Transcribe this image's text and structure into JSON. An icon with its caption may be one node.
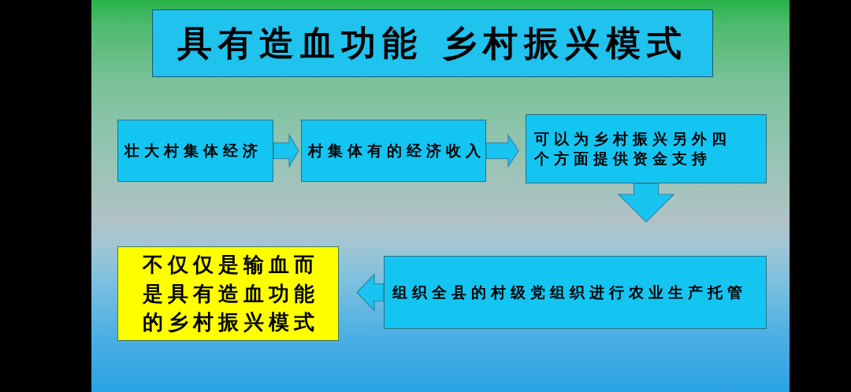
{
  "diagram": {
    "title": "具有**造血功能** 乡村振兴模式",
    "nodes": [
      {
        "text": [
          "壮大村集体经济"
        ]
      },
      {
        "text": [
          "村集体有的经济收入"
        ]
      },
      {
        "text": [
          "可以为乡村振兴另外四个方面提供资金支持"
        ]
      },
      {
        "text": [
          "组织全县的村级党组织进行农业生产托管"
        ]
      },
      {
        "text": [
          "不仅仅是输血而是具有造血功能的乡村振兴模式"
        ]
      }
    ],
    "edges": [
      {
        "from": 0,
        "to": 1,
        "arrow": "to"
      },
      {
        "from": 1,
        "to": 2,
        "arrow": "to"
      },
      {
        "from": 2,
        "to": 3,
        "arrow": "to"
      },
      {
        "from": 3,
        "to": 4,
        "arrow": "to"
      }
    ]
  }
}
